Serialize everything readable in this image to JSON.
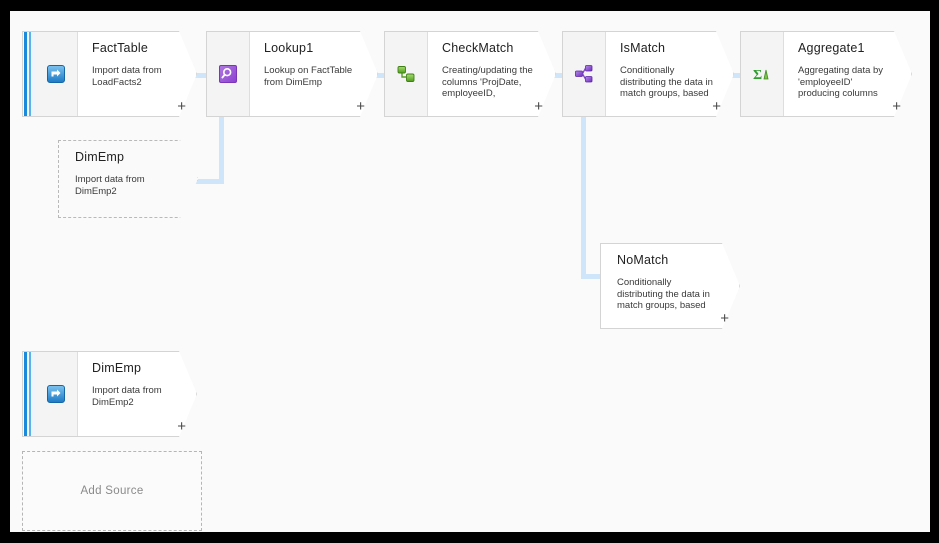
{
  "canvas": {
    "background_color": "#fafafa",
    "frame_color": "#000000",
    "connector_color": "#cfe6fa"
  },
  "nodes": [
    {
      "id": "facttable",
      "name": "FactTable",
      "description": [
        "Import data from",
        "LoadFacts2"
      ],
      "icon": "source-import-icon",
      "icon_color": "#2a8fd8",
      "kind": "source",
      "ghost": false,
      "plus_label": "+"
    },
    {
      "id": "lookup1",
      "name": "Lookup1",
      "description": [
        "Lookup on FactTable",
        "from DimEmp"
      ],
      "icon": "lookup-magnifier-icon",
      "icon_color": "#9b4fd4",
      "kind": "transform",
      "ghost": false,
      "plus_label": "+"
    },
    {
      "id": "checkmatch",
      "name": "CheckMatch",
      "description": [
        "Creating/updating the",
        "columns 'ProjDate,",
        "employeeID,"
      ],
      "icon": "derived-column-icon",
      "icon_color": "#5aac22",
      "kind": "transform",
      "ghost": false,
      "plus_label": "+"
    },
    {
      "id": "ismatch",
      "name": "IsMatch",
      "description": [
        "Conditionally",
        "distributing the data in",
        "match groups, based"
      ],
      "icon": "conditional-split-icon",
      "icon_color": "#7b44c9",
      "kind": "transform",
      "ghost": false,
      "plus_label": "+"
    },
    {
      "id": "aggregate1",
      "name": "Aggregate1",
      "description": [
        "Aggregating data by",
        "'employeeID'",
        "producing columns"
      ],
      "icon": "aggregate-sigma-icon",
      "icon_color": "#2f9e2f",
      "kind": "transform",
      "ghost": false,
      "plus_label": "+"
    },
    {
      "id": "dimemp-ghost",
      "name": "DimEmp",
      "description": [
        "Import data from",
        "DimEmp2"
      ],
      "icon": "none",
      "kind": "ghost-reference",
      "ghost": true,
      "plus_label": ""
    },
    {
      "id": "nomatch",
      "name": "NoMatch",
      "description": [
        "Conditionally",
        "distributing the data in",
        "match groups, based"
      ],
      "icon": "none",
      "kind": "branch-output",
      "ghost": false,
      "plus_label": "+"
    },
    {
      "id": "dimemp-source",
      "name": "DimEmp",
      "description": [
        "Import data from",
        "DimEmp2"
      ],
      "icon": "source-import-icon",
      "icon_color": "#2a8fd8",
      "kind": "source",
      "ghost": false,
      "plus_label": "+"
    }
  ],
  "add_source": {
    "label": "Add Source"
  }
}
